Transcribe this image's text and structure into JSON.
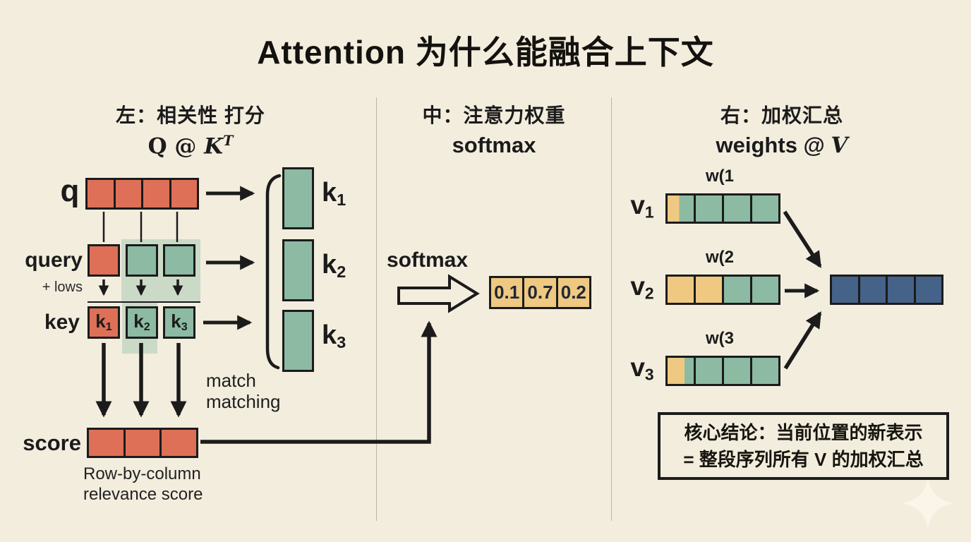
{
  "title": "Attention 为什么能融合上下文",
  "headers": {
    "left": {
      "line1": "左：相关性 打分",
      "formula_pre": "Q @ ",
      "formula_var": "K",
      "formula_sup": "T"
    },
    "middle": {
      "line1": "中：注意力权重",
      "formula": "softmax"
    },
    "right": {
      "line1": "右：加权汇总",
      "formula_pre": "weights @ ",
      "formula_var": "V"
    }
  },
  "left_panel": {
    "q_label": "q",
    "query_label": "query",
    "plus_lows": "+ lows",
    "key_label": "key",
    "score_label": "score",
    "key_cells": [
      {
        "base": "k",
        "sub": "1"
      },
      {
        "base": "k",
        "sub": "2"
      },
      {
        "base": "k",
        "sub": "3"
      }
    ],
    "k_vectors": [
      {
        "base": "k",
        "sub": "1"
      },
      {
        "base": "k",
        "sub": "2"
      },
      {
        "base": "k",
        "sub": "3"
      }
    ],
    "match_line1": "match",
    "match_line2": "matching",
    "score_caption_line1": "Row-by-column",
    "score_caption_line2": "relevance score"
  },
  "middle_panel": {
    "softmax_label": "softmax",
    "weights": [
      "0.1",
      "0.7",
      "0.2"
    ]
  },
  "right_panel": {
    "v_rows": [
      {
        "base": "v",
        "sub": "1",
        "w": "w(1"
      },
      {
        "base": "v",
        "sub": "2",
        "w": "w(2"
      },
      {
        "base": "v",
        "sub": "3",
        "w": "w(3"
      }
    ],
    "conclusion_line1": "核心结论：当前位置的新表示",
    "conclusion_line2": "= 整段序列所有 V 的加权汇总"
  },
  "colors": {
    "background": "#f3edde",
    "red": "#de7058",
    "green": "#8cbaa3",
    "green_highlight": "rgba(139,186,163,0.38)",
    "orange": "#efc882",
    "dark_blue": "#456289",
    "ink": "#1b1b1b"
  }
}
